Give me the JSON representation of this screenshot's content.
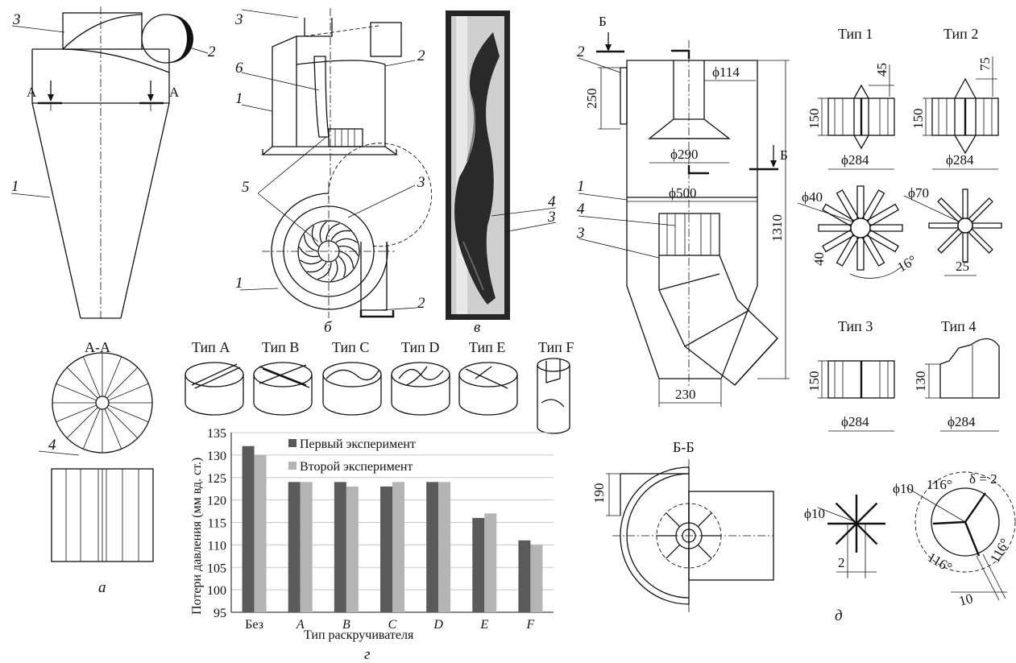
{
  "figure_a": {
    "labels": {
      "n1": "1",
      "n3": "3",
      "n2": "2",
      "n4": "4",
      "cut_left": "А",
      "cut_right": "А",
      "section": "А-А"
    },
    "caption": "а"
  },
  "figure_b": {
    "labels": {
      "n3": "3",
      "n2": "2",
      "n6": "6",
      "n1": "1",
      "n5": "5",
      "n3b": "3",
      "n1b": "1",
      "n2b": "2"
    },
    "caption": "б"
  },
  "figure_v": {
    "labels": {
      "n4": "4",
      "n3": "3"
    },
    "caption": "в"
  },
  "figure_g": {
    "types": [
      "Тип A",
      "Тип B",
      "Тип C",
      "Тип D",
      "Тип E",
      "Тип F"
    ],
    "caption": "г"
  },
  "figure_main": {
    "labels": {
      "b_top": "Б",
      "b_right": "Б",
      "n2": "2",
      "n1": "1",
      "n4": "4",
      "n3": "3",
      "section": "Б-Б"
    },
    "dims": {
      "d114": "ϕ114",
      "d290": "ϕ290",
      "d500": "ϕ500",
      "h250": "250",
      "h1310": "1310",
      "w230": "230",
      "h190": "190"
    }
  },
  "figure_d": {
    "types": {
      "t1": "Тип 1",
      "t2": "Тип 2",
      "t3": "Тип 3",
      "t4": "Тип 4"
    },
    "dims": {
      "a45": "45",
      "a75": "75",
      "h150a": "150",
      "h150b": "150",
      "h150c": "150",
      "h130": "130",
      "d284a": "ϕ284",
      "d284b": "ϕ284",
      "d284c": "ϕ284",
      "d284d": "ϕ284",
      "d40": "ϕ40",
      "d70": "ϕ70",
      "w40": "40",
      "ang16": "16°",
      "w25": "25",
      "d10a": "ϕ10",
      "d10b": "ϕ10",
      "w2": "2",
      "ang116a": "116°",
      "ang116b": "116°",
      "ang116c": "116°",
      "delta": "δ = 2",
      "w10": "10"
    },
    "caption": "д"
  },
  "chart_data": {
    "type": "bar",
    "categories": [
      "Без",
      "A",
      "B",
      "C",
      "D",
      "E",
      "F"
    ],
    "series": [
      {
        "name": "Первый эксперимент",
        "values": [
          132,
          124,
          124,
          123,
          124,
          116,
          111
        ],
        "color": "#5a5a5a"
      },
      {
        "name": "Второй эксперимент",
        "values": [
          130,
          124,
          123,
          124,
          124,
          117,
          110
        ],
        "color": "#b4b4b4"
      }
    ],
    "ylabel": "Потери давления (мм вд. ст.)",
    "xlabel": "Тип раскручивателя",
    "ylim": [
      95,
      135
    ],
    "yticks": [
      "95",
      "100",
      "105",
      "110",
      "115",
      "120",
      "125",
      "130",
      "135"
    ],
    "grid": true,
    "legend": "top"
  }
}
